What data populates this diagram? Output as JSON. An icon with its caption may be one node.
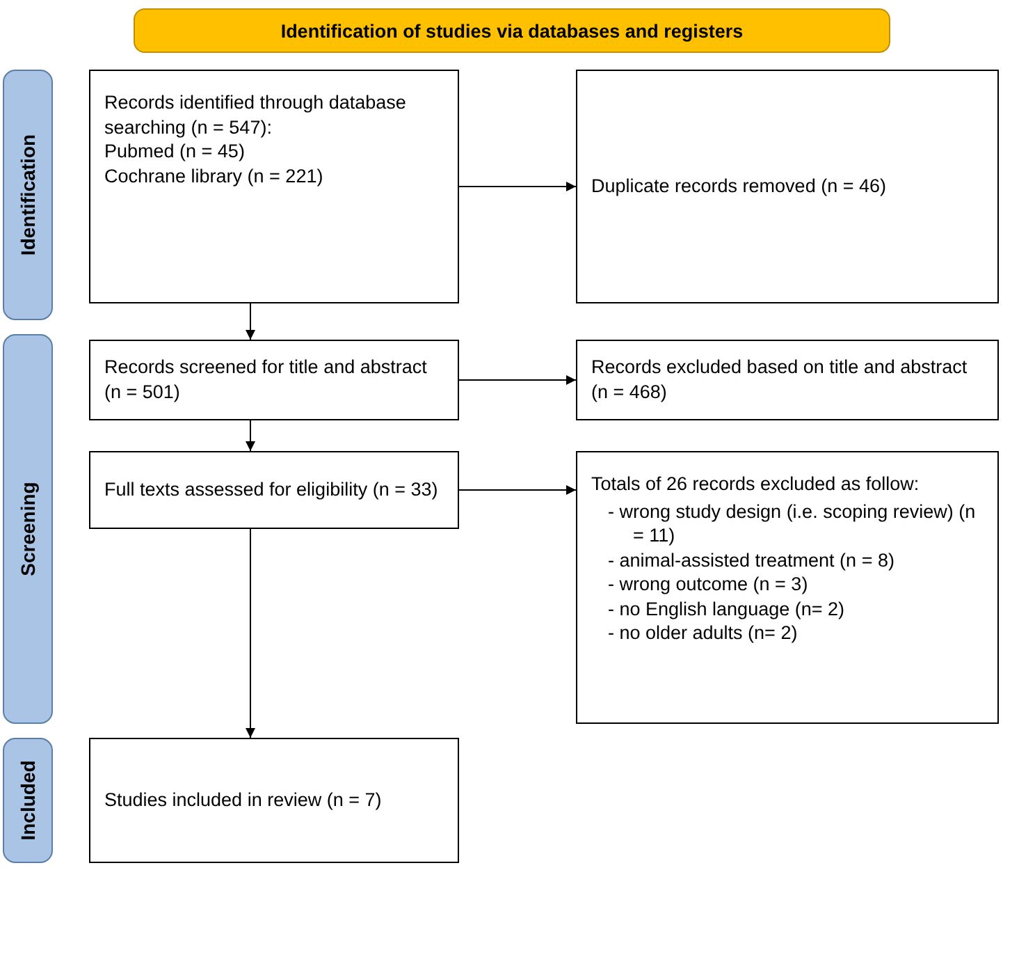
{
  "diagram": {
    "nodes": [
      {
        "text": [
          "Identification of studies via databases and registers"
        ]
      },
      {
        "text": [
          "Identification"
        ]
      },
      {
        "text": [
          "Records identified through database searching (n = 547):",
          "Pubmed (n = 45)",
          "Cochrane library (n = 221)"
        ]
      },
      {
        "text": [
          "Duplicate records removed (n = 46)"
        ]
      },
      {
        "text": [
          "Screening"
        ]
      },
      {
        "text": [
          "Records screened for title and abstract (n = 501)"
        ]
      },
      {
        "text": [
          "Records excluded based on title and abstract (n = 468)"
        ]
      },
      {
        "text": [
          "Full texts assessed for eligibility (n = 33)"
        ]
      },
      {
        "text": [
          "Totals of 26 records excluded as follow:",
          "- wrong study design (i.e. scoping review) (n = 11)",
          "- animal-assisted treatment (n = 8)",
          "- wrong outcome (n = 3)",
          "- no English language (n= 2)",
          "- no older adults (n= 2)"
        ]
      },
      {
        "text": [
          "Included"
        ]
      },
      {
        "text": [
          "Studies included in review (n = 7)"
        ]
      }
    ],
    "edges": [
      {
        "from": 2,
        "to": 3,
        "arrow": "to"
      },
      {
        "from": 2,
        "to": 5,
        "arrow": "to"
      },
      {
        "from": 5,
        "to": 6,
        "arrow": "to"
      },
      {
        "from": 5,
        "to": 7,
        "arrow": "to"
      },
      {
        "from": 7,
        "to": 8,
        "arrow": "to"
      },
      {
        "from": 7,
        "to": 10,
        "arrow": "to"
      }
    ]
  }
}
